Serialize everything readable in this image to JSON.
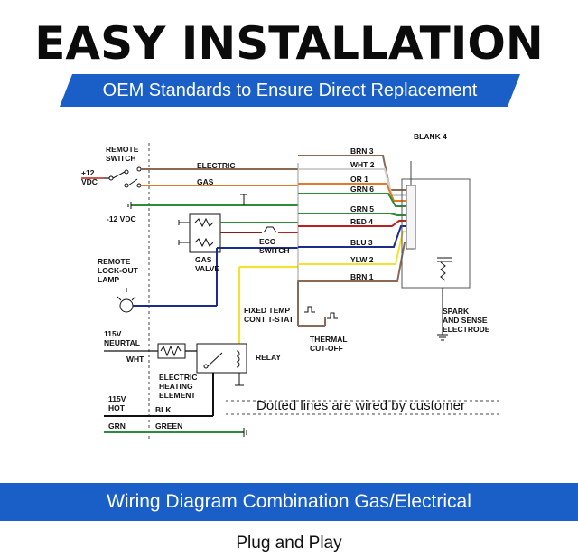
{
  "header": {
    "title": "EASY INSTALLATION",
    "subtitle": "OEM Standards to Ensure Direct Replacement"
  },
  "colors": {
    "accent_blue": "#1a5ec7",
    "wire_brown": "#8a6a55",
    "wire_white": "#cfcfcf",
    "wire_orange": "#e07a2a",
    "wire_green": "#2e8b3a",
    "wire_red": "#b8211d",
    "wire_blue": "#1c2c8c",
    "wire_yellow": "#f2e236",
    "wire_black": "#111111"
  },
  "diagram": {
    "remote_switch": "REMOTE\nSWITCH",
    "plus_12vdc": "+12\nVDC",
    "minus_12vdc": "-12 VDC",
    "electric": "ELECTRIC",
    "gas": "GAS",
    "gas_valve": "GAS\nVALVE",
    "eco_switch": "ECO\nSWITCH",
    "remote_lockout_lamp": "REMOTE\nLOCK-OUT\nLAMP",
    "fixed_temp": "FIXED TEMP\nCONT T-STAT",
    "thermal_cutoff": "THERMAL\nCUT-OFF",
    "blank_4": "BLANK 4",
    "spark_electrode": "SPARK\nAND SENSE\nELECTRODE",
    "neutral_115v": "115V\nNEURTAL",
    "wht": "WHT",
    "electric_heating_element": "ELECTRIC\nHEATING\nELEMENT",
    "relay": "RELAY",
    "hot_115v": "115V\nHOT",
    "blk": "BLK",
    "grn": "GRN",
    "green": "GREEN",
    "dotted_note": "Dotted lines are wired by customer",
    "wires": [
      {
        "label": "BRN 3",
        "color": "#8a6a55"
      },
      {
        "label": "WHT 2",
        "color": "#cfcfcf"
      },
      {
        "label": "OR 1",
        "color": "#e07a2a"
      },
      {
        "label": "GRN 6",
        "color": "#2e8b3a"
      },
      {
        "label": "GRN 5",
        "color": "#2e8b3a"
      },
      {
        "label": "RED 4",
        "color": "#b8211d"
      },
      {
        "label": "BLU 3",
        "color": "#1c2c8c"
      },
      {
        "label": "YLW 2",
        "color": "#f2e236"
      },
      {
        "label": "BRN 1",
        "color": "#8a6a55"
      }
    ]
  },
  "footer": {
    "caption": "Wiring Diagram Combination Gas/Electrical",
    "tagline": "Plug and Play"
  }
}
